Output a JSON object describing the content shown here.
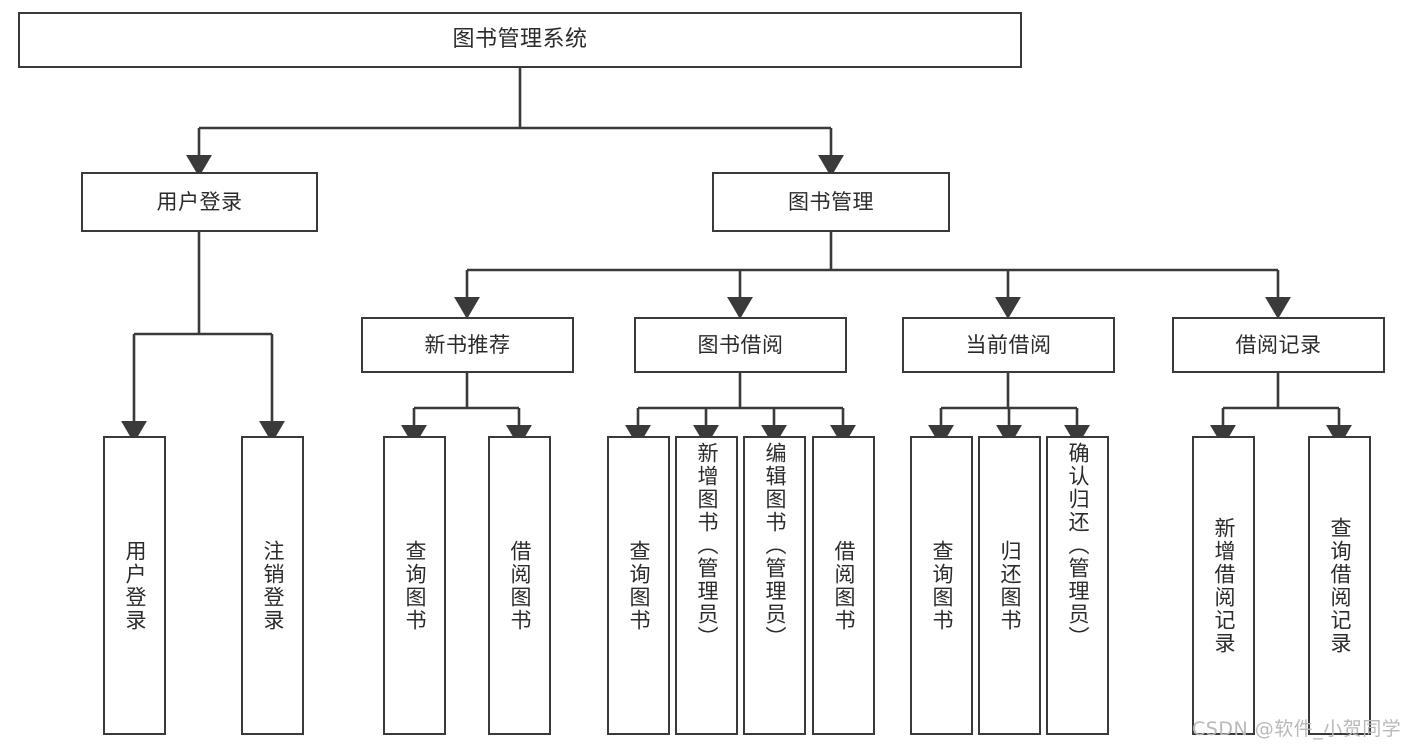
{
  "diagram": {
    "title": "图书管理系统",
    "type": "tree-hierarchy",
    "orientation": "top-down",
    "colors": {
      "background": "#ffffff",
      "box_border": "#3a3a3a",
      "box_fill": "#ffffff",
      "text": "#2b2b2b",
      "edge": "#3a3a3a",
      "watermark": "#b9b9b9"
    },
    "root": {
      "id": "root",
      "label": "图书管理系统"
    },
    "level2": [
      {
        "id": "user-login",
        "label": "用户登录"
      },
      {
        "id": "book-management",
        "label": "图书管理"
      }
    ],
    "level3": [
      {
        "id": "new-book-recommend",
        "label": "新书推荐",
        "parent": "book-management"
      },
      {
        "id": "book-borrow",
        "label": "图书借阅",
        "parent": "book-management"
      },
      {
        "id": "current-borrow",
        "label": "当前借阅",
        "parent": "book-management"
      },
      {
        "id": "borrow-record",
        "label": "借阅记录",
        "parent": "book-management"
      }
    ],
    "leaves": [
      {
        "id": "leaf-user-login",
        "label": "用户登录",
        "parent": "user-login"
      },
      {
        "id": "leaf-logout-login",
        "label": "注销登录",
        "parent": "user-login"
      },
      {
        "id": "leaf-query-book-1",
        "label": "查询图书",
        "parent": "new-book-recommend"
      },
      {
        "id": "leaf-borrow-book-1",
        "label": "借阅图书",
        "parent": "new-book-recommend"
      },
      {
        "id": "leaf-query-book-2",
        "label": "查询图书",
        "parent": "book-borrow"
      },
      {
        "id": "leaf-add-book",
        "label": "新增图书（管理员）",
        "parent": "book-borrow"
      },
      {
        "id": "leaf-edit-book",
        "label": "编辑图书（管理员）",
        "parent": "book-borrow"
      },
      {
        "id": "leaf-borrow-book-2",
        "label": "借阅图书",
        "parent": "book-borrow"
      },
      {
        "id": "leaf-query-book-3",
        "label": "查询图书",
        "parent": "current-borrow"
      },
      {
        "id": "leaf-return-book",
        "label": "归还图书",
        "parent": "current-borrow"
      },
      {
        "id": "leaf-confirm-return",
        "label": "确认归还（管理员）",
        "parent": "current-borrow"
      },
      {
        "id": "leaf-add-record",
        "label": "新增借阅记录",
        "parent": "borrow-record"
      },
      {
        "id": "leaf-query-record",
        "label": "查询借阅记录",
        "parent": "borrow-record"
      }
    ],
    "watermark": "CSDN @软件_小贺同学"
  }
}
